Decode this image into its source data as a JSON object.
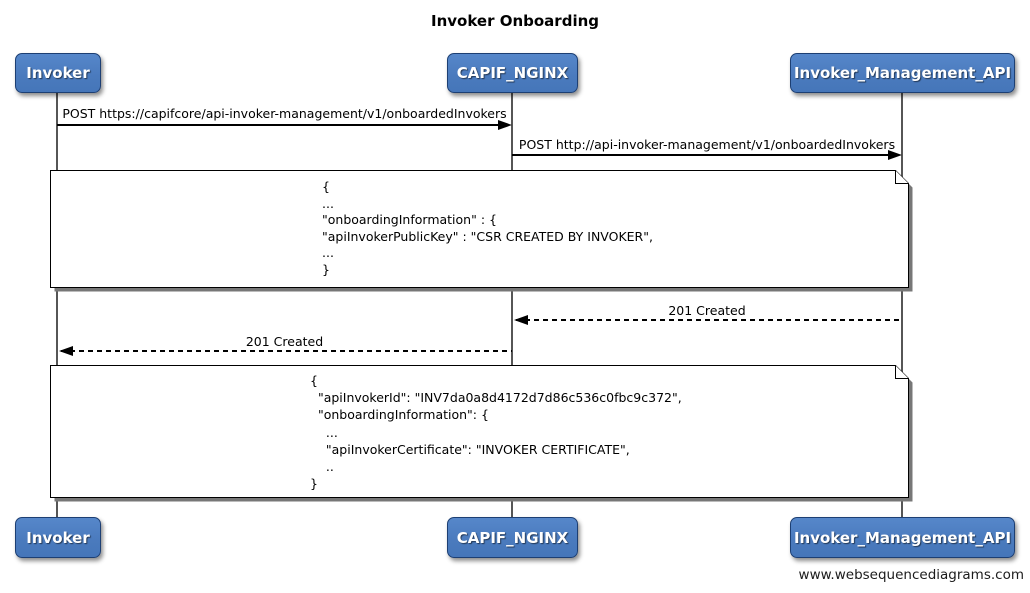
{
  "title": "Invoker Onboarding",
  "watermark": "www.websequencediagrams.com",
  "colors": {
    "actor_fill": "#4a7abd",
    "actor_border": "#1d3f73",
    "actor_text": "#ffffff",
    "lifeline": "#565656",
    "message_line": "#000000",
    "note_fill": "#ffffff",
    "note_border": "#000000",
    "background": "#ffffff"
  },
  "actors": [
    {
      "id": "invoker",
      "label": "Invoker"
    },
    {
      "id": "capif-nginx",
      "label": "CAPIF_NGINX"
    },
    {
      "id": "invoker-management-api",
      "label": "Invoker_Management_API"
    }
  ],
  "messages": [
    {
      "from": "Invoker",
      "to": "CAPIF_NGINX",
      "style": "solid",
      "label": "POST https://capifcore/api-invoker-management/v1/onboardedInvokers"
    },
    {
      "from": "CAPIF_NGINX",
      "to": "Invoker_Management_API",
      "style": "solid",
      "label": "POST http://api-invoker-management/v1/onboardedInvokers"
    },
    {
      "from": "Invoker_Management_API",
      "to": "CAPIF_NGINX",
      "style": "dashed",
      "label": "201 Created"
    },
    {
      "from": "CAPIF_NGINX",
      "to": "Invoker",
      "style": "dashed",
      "label": "201 Created"
    }
  ],
  "notes": [
    {
      "lines": [
        "{",
        "...",
        "\"onboardingInformation\" : {",
        "\"apiInvokerPublicKey\" : \"CSR CREATED BY INVOKER\",",
        "...",
        "}"
      ]
    },
    {
      "lines": [
        "{",
        "  \"apiInvokerId\": \"INV7da0a8d4172d7d86c536c0fbc9c372\",",
        "  \"onboardingInformation\": {",
        "    ...",
        "    \"apiInvokerCertificate\": \"INVOKER CERTIFICATE\",",
        "    ..",
        "}"
      ]
    }
  ]
}
